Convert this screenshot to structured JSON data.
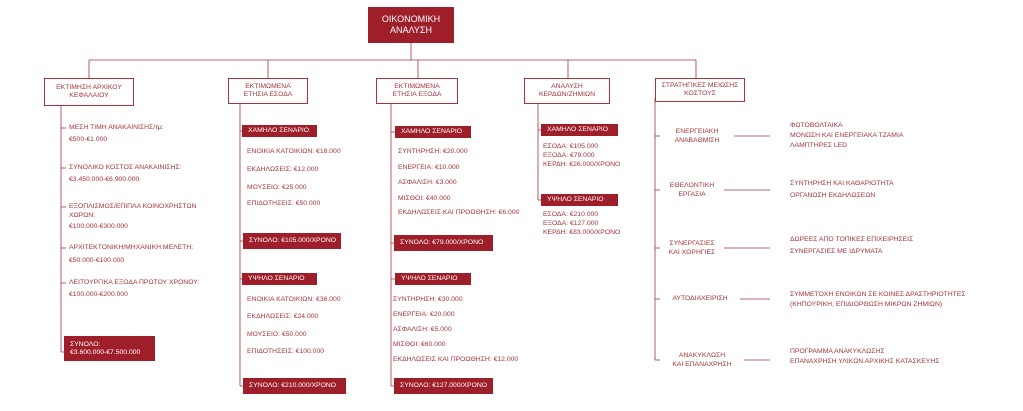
{
  "root": {
    "line1": "ΟΙΚΟΝΟΜΙΚΗ",
    "line2": "ΑΝΑΛΥΣΗ"
  },
  "col1": {
    "header": {
      "line1": "ΕΚΤΙΜΗΣΗ ΑΡΧΙΚΟΥ",
      "line2": "ΚΕΦΑΛΑΙΟΥ"
    },
    "items": [
      {
        "label": "ΜΕΣΗ ΤΙΜΗ ΑΝΑΚΑΙΝΙΣΗΣ/τμ:",
        "value": "€500-€1.000"
      },
      {
        "label": "ΣΥΝΟΛΙΚΟ ΚΟΣΤΟΣ ΑΝΑΚΑΙΝΙΣΗΣ:",
        "value": "€3.450.000-€6.900.000"
      },
      {
        "label": "ΕΞΟΠΛΙΣΜΟΣ/ΕΠΙΠΛΑ ΚΟΙΝΟΧΡΗΣΤΩΝ",
        "label2": "ΧΩΡΩΝ:",
        "value": "€100.000-€300.000"
      },
      {
        "label": "ΑΡΧΙΤΕΚΤΟΝΙΚΗ/ΜΗΧΑΝΙΚΗ ΜΕΛΕΤΗ:",
        "value": "€50.000-€100.000"
      },
      {
        "label": "ΛΕΙΤΟΥΡΓΙΚΑ ΕΞΟΔΑ ΠΡΩΤΟΥ ΧΡΟΝΟΥ:",
        "value": "€100.000-€200.000"
      }
    ],
    "total": {
      "line1": "ΣΥΝΟΛΟ:",
      "line2": "€3.600.000-€7.500.000"
    }
  },
  "col2": {
    "header": {
      "line1": "ΕΚΤΙΜΩΜΕΝΑ",
      "line2": "ΕΤΗΣΙΑ ΕΣΟΔΑ"
    },
    "low": {
      "title": "ΧΑΜΗΛΟ ΣΕΝΑΡΙΟ",
      "items": [
        "ΕΝΟΙΚΙΑ ΚΑΤΟΙΚΙΩΝ:  €18.000",
        "ΕΚΔΗΛΩΣΕΙΣ:  €12.000",
        "ΜΟΥΣΕΙΟ:  €25.000",
        "ΕΠΙΔΟΤΗΣΕΙΣ:  €50.000"
      ],
      "total": "ΣΥΝΟΛΟ:  €105.000/ΧΡΟΝΟ"
    },
    "high": {
      "title": "ΥΨΗΛΟ ΣΕΝΑΡΙΟ",
      "items": [
        "ΕΝΟΙΚΙΑ ΚΑΤΟΙΚΙΩΝ:  €36.000",
        "ΕΚΔΗΛΩΣΕΙΣ:  €24.000",
        "ΜΟΥΣΕΙΟ:  €50.000",
        "ΕΠΙΔΟΤΗΣΕΙΣ:  €100.000"
      ],
      "total": "ΣΥΝΟΛΟ:  €210.000/ΧΡΟΝΟ"
    }
  },
  "col3": {
    "header": {
      "line1": "ΕΚΤΙΜΩΜΕΝΑ",
      "line2": "ΕΤΗΣΙΑ ΕΞΟΔΑ"
    },
    "low": {
      "title": "ΧΑΜΗΛΟ ΣΕΝΑΡΙΟ",
      "items": [
        "ΣΥΝΤΗΡΗΣΗ:  €20.000",
        "ΕΝΕΡΓΕΙΑ:  €10.000",
        "ΑΣΦΑΛΙΣΗ:  €3.000",
        "ΜΙΣΘΟΙ:  €40.000",
        "ΕΚΔΗΛΩΣΕΙΣ ΚΑΙ ΠΡΟΩΘΗΣΗ:  €6.000"
      ],
      "total": "ΣΥΝΟΛΟ:  €79.000/ΧΡΟΝΟ"
    },
    "high": {
      "title": "ΥΨΗΛΟ ΣΕΝΑΡΙΟ",
      "items": [
        "ΣΥΝΤΗΡΗΣΗ:  €30.000",
        "ΕΝΕΡΓΕΙΑ:  €20.000",
        "ΑΣΦΑΛΙΣΗ:  €5.000",
        "ΜΙΣΘΟΙ:  €60.000",
        "ΕΚΔΗΛΩΣΕΙΣ ΚΑΙ ΠΡΟΩΘΗΣΗ:  €12.000"
      ],
      "total": "ΣΥΝΟΛΟ:  €127.000/ΧΡΟΝΟ"
    }
  },
  "col4": {
    "header": {
      "line1": "ΑΝΑΛΥΣΗ",
      "line2": "ΚΕΡΔΩΝ/ΖΗΜΙΩΝ"
    },
    "low": {
      "title": "ΧΑΜΗΛΟ ΣΕΝΑΡΙΟ",
      "items": [
        "ΕΣΟΔΑ: €105.000",
        "ΕΞΟΔΑ: €79.000",
        "ΚΕΡΔΗ: €26.000/ΧΡΟΝΟ"
      ]
    },
    "high": {
      "title": "ΥΨΗΛΟ ΣΕΝΑΡΙΟ",
      "items": [
        "ΕΣΟΔΑ: €210.000",
        "ΕΞΟΔΑ: €127.000",
        "ΚΕΡΔΗ: €83.000/ΧΡΟΝΟ"
      ]
    }
  },
  "col5": {
    "header": {
      "line1": "ΣΤΡΑΤΗΓΙΚΕΣ ΜΕΙΩΣΗΣ",
      "line2": "ΚΟΣΤΟΥΣ"
    },
    "strategies": [
      {
        "name1": "ΕΝΕΡΓΕΙΑΚΗ",
        "name2": "ΑΝΑΒΑΘΜΙΣΗ",
        "details": [
          "ΦΩΤΟΒΟΛΤΑΙΚΑ",
          "ΜΟΝΩΣΗ ΚΑΙ ΕΝΕΡΓΕΙΑΚΑ ΤΖΑΜΙΑ",
          "ΛΑΜΠΤΗΡΕΣ LED"
        ]
      },
      {
        "name1": "ΕΘΕΛΟΝΤΙΚΗ",
        "name2": "ΕΡΓΑΣΙΑ",
        "details": [
          "ΣΥΝΤΗΡΗΣΗ ΚΑΙ ΚΑΘΑΡΙΟΤΗΤΑ",
          "ΟΡΓΑΝΩΣΗ ΕΚΔΗΛΩΣΕΩΝ"
        ]
      },
      {
        "name1": "ΣΥΝΕΡΓΑΣΙΕΣ",
        "name2": "ΚΑΙ ΧΟΡΗΓΙΕΣ",
        "details": [
          "ΔΩΡΕΕΣ ΑΠΟ ΤΟΠΙΚΕΣ ΕΠΙΧΕΙΡΗΣΕΙΣ",
          "ΣΥΝΕΡΓΑΣΙΕΣ ΜΕ ΙΔΡΥΜΑΤΑ"
        ]
      },
      {
        "name1": "ΑΥΤΟΔΙΑΧΕΙΡΙΣΗ",
        "name2": "",
        "details": [
          "ΣΥΜΜΕΤΟΧΗ ΕΝΟΙΚΩΝ ΣΕ ΚΟΙΝΕΣ ΔΡΑΣΤΗΡΙΟΤΗΤΕΣ",
          "(ΚΗΠΟΥΡΙΚΗ, ΕΠΙΔΙΟΡΘΩΣΗ ΜΙΚΡΩΝ ΖΗΜΙΩΝ)"
        ]
      },
      {
        "name1": "ΑΝΑΚΥΚΛΩΣΗ",
        "name2": "ΚΑΙ ΕΠΑΝΑΧΡΗΣΗ",
        "details": [
          "ΠΡΟΓΡΑΜΜΑ ΑΝΑΚΥΚΛΩΣΗΣ",
          "ΕΠΑΝΑΧΡΗΣΗ ΥΛΙΚΩΝ ΑΡΧΙΚΗΣ ΚΑΤΑΣΚΕΥΗΣ"
        ]
      }
    ]
  },
  "colors": {
    "accent": "#a8333b",
    "fill": "#9e1f2a",
    "background": "#ffffff"
  }
}
